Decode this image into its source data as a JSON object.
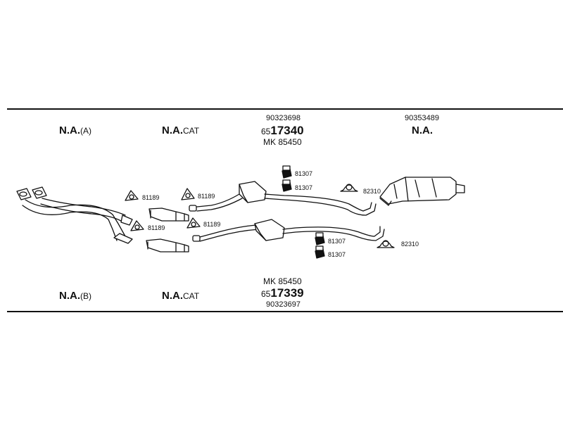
{
  "top": {
    "na_a": {
      "main": "N.A.",
      "suffix": "(A)"
    },
    "na_cat": {
      "main": "N.A.",
      "suffix": "CAT"
    },
    "center": {
      "ref": "90323698",
      "part_prefix": "65",
      "part_main": "17340",
      "mk": "MK  85450"
    },
    "right": {
      "ref": "90353489",
      "na": "N.A."
    }
  },
  "bottom": {
    "na_b": {
      "main": "N.A.",
      "suffix": "(B)"
    },
    "na_cat": {
      "main": "N.A.",
      "suffix": "CAT"
    },
    "center": {
      "mk": "MK  85450",
      "part_prefix": "65",
      "part_main": "17339",
      "ref": "90323697"
    }
  },
  "small_parts": {
    "gasket_1": "81189",
    "gasket_2": "81189",
    "gasket_3": "81189",
    "gasket_4": "81189",
    "mount_top_1": "81307",
    "mount_top_2": "81307",
    "mount_bot_1": "81307",
    "mount_bot_2": "81307",
    "clamp_top": "82310",
    "clamp_bot": "82310"
  }
}
